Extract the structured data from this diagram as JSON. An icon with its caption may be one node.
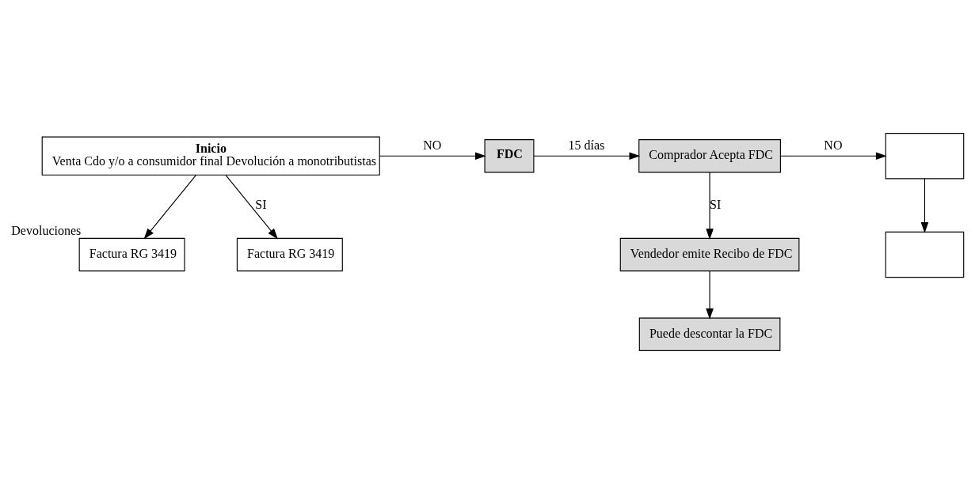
{
  "diagram": {
    "nodes": [
      {
        "text": [
          "Inicio",
          "Venta Cdo y/o a consumidor final Devolución a monotributistas"
        ]
      },
      {
        "text": [
          "FDC"
        ]
      },
      {
        "text": [
          "Comprador Acepta FDC"
        ]
      },
      {
        "text": [],
        "shape": "box"
      },
      {
        "text": [],
        "shape": "box"
      },
      {
        "text": [
          "Factura RG 3419"
        ],
        "beside": [
          "Devoluciones"
        ]
      },
      {
        "text": [
          "Factura RG 3419"
        ]
      },
      {
        "text": [
          "Vendedor emite Recibo de FDC"
        ]
      },
      {
        "text": [
          "Puede descontar la FDC"
        ]
      }
    ],
    "edges": [
      {
        "from": 0,
        "to": 1,
        "arrow": "to",
        "label": "NO"
      },
      {
        "from": 1,
        "to": 2,
        "arrow": "to",
        "label": "15 días"
      },
      {
        "from": 2,
        "to": 3,
        "arrow": "to",
        "label": "NO"
      },
      {
        "from": 3,
        "to": 4,
        "arrow": "to"
      },
      {
        "from": 0,
        "to": 6,
        "arrow": "to",
        "label": "SI"
      },
      {
        "from": 0,
        "to": 5,
        "arrow": "to"
      },
      {
        "from": 2,
        "to": 7,
        "arrow": "to",
        "label": "SI"
      },
      {
        "from": 7,
        "to": 8,
        "arrow": "to"
      }
    ]
  }
}
